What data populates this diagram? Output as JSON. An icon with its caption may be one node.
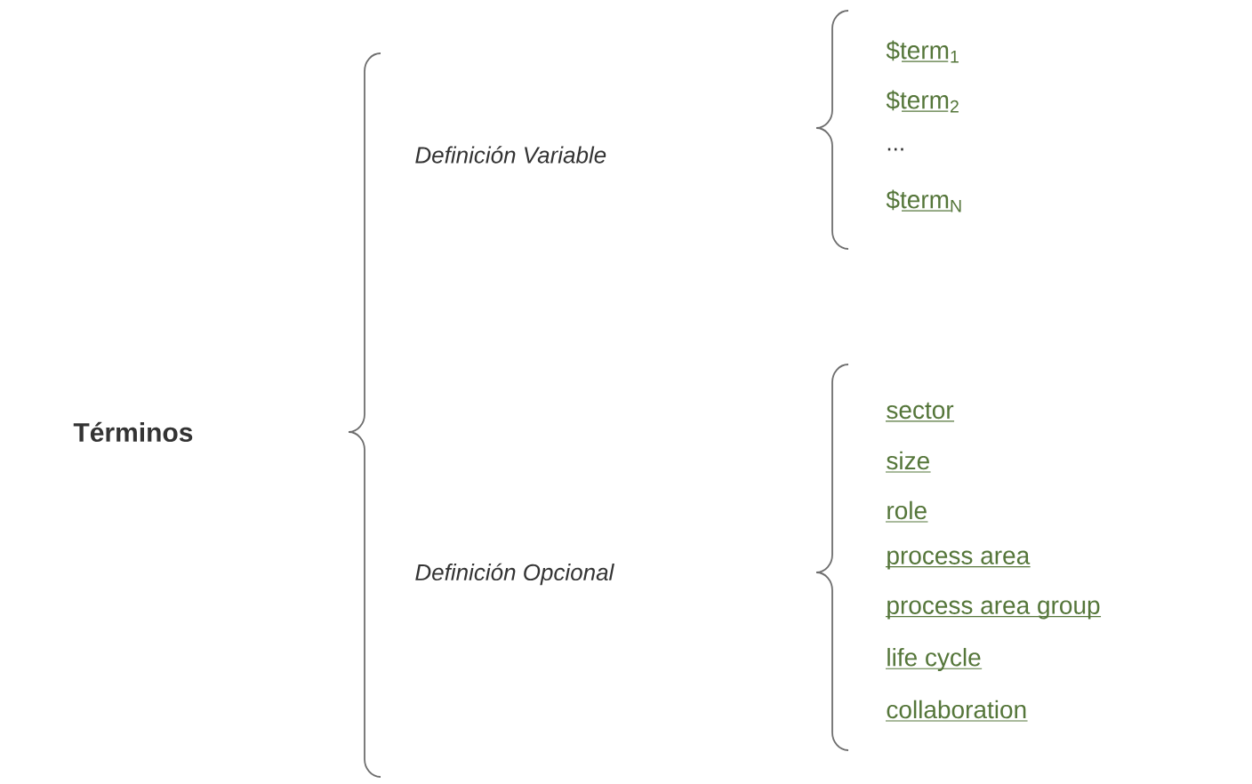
{
  "diagram": {
    "labels": [
      "Términos",
      "Definición Variable",
      "$term$_{1}$",
      "$term$_{2}$",
      "...",
      "$term$_{N}$",
      "Definición Opcional",
      "sector",
      "size",
      "role",
      "process area",
      "process area group",
      "life cycle",
      "collaboration"
    ]
  }
}
